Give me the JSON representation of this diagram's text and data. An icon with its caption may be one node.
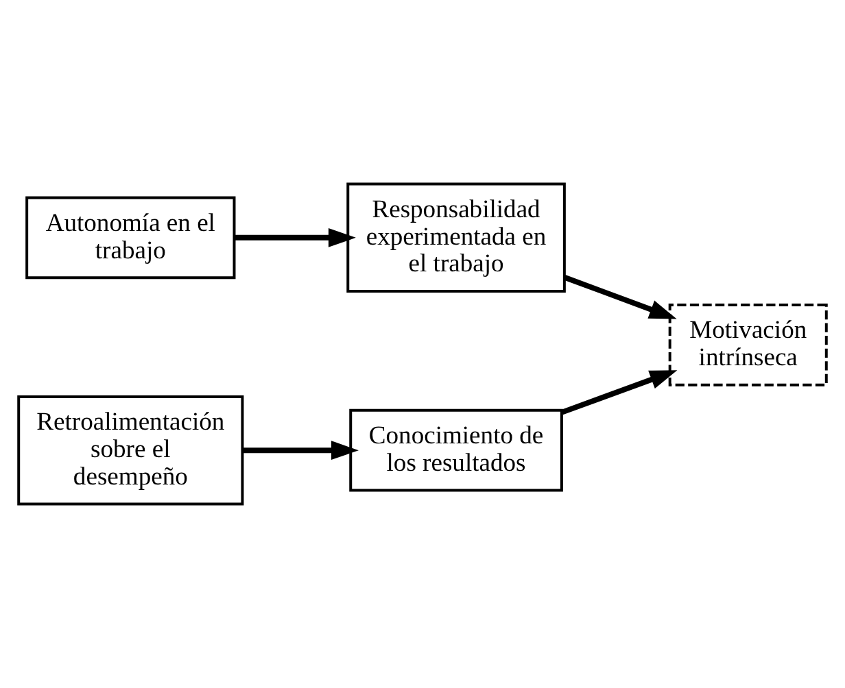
{
  "diagram": {
    "nodes": [
      {
        "text": [
          "Autonomía en el trabajo"
        ]
      },
      {
        "text": [
          "Responsabilidad experimentada en el trabajo"
        ]
      },
      {
        "text": [
          "Motivación intrínseca"
        ]
      },
      {
        "text": [
          "Retroalimentación sobre el desempeño"
        ]
      },
      {
        "text": [
          "Conocimiento de los resultados"
        ]
      }
    ],
    "edges": [
      {
        "from": 0,
        "to": 1,
        "arrow": "to"
      },
      {
        "from": 1,
        "to": 2,
        "arrow": "to"
      },
      {
        "from": 3,
        "to": 4,
        "arrow": "to"
      },
      {
        "from": 4,
        "to": 2,
        "arrow": "to"
      }
    ]
  }
}
